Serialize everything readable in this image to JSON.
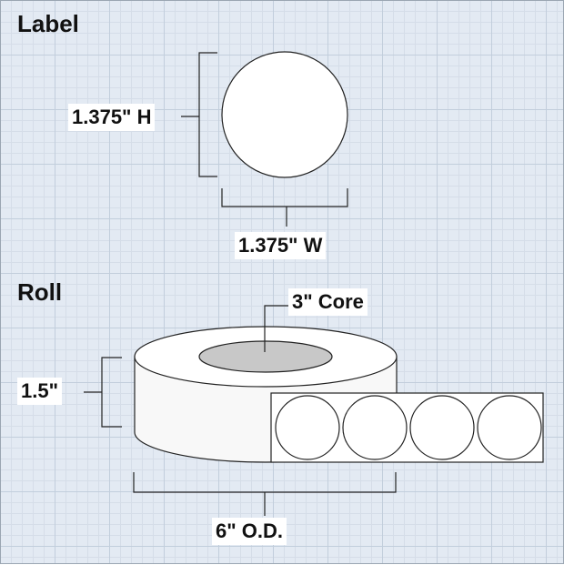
{
  "label_section": {
    "heading": "Label",
    "height_label": "1.375\" H",
    "width_label": "1.375\" W"
  },
  "roll_section": {
    "heading": "Roll",
    "core_label": "3\" Core",
    "width_label": "1.5\"",
    "od_label": "6\" O.D."
  }
}
